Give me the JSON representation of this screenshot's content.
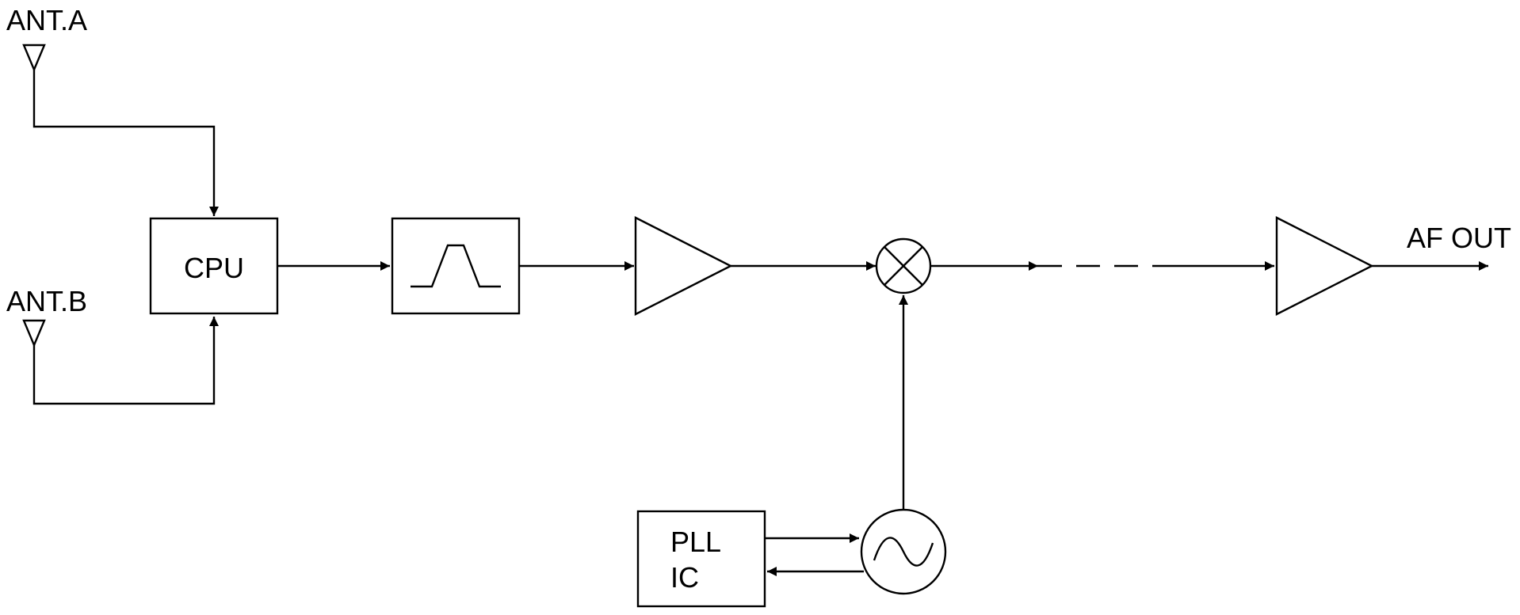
{
  "labels": {
    "ant_a": "ANT.A",
    "ant_b": "ANT.B",
    "cpu": "CPU",
    "af_out": "AF OUT",
    "pll_line1": "PLL",
    "pll_line2": "IC"
  },
  "icons": {
    "antenna": "antenna-icon",
    "bandpass_filter": "bandpass-filter-icon",
    "amplifier": "amplifier-triangle-icon",
    "mixer": "mixer-circle-x-icon",
    "oscillator": "oscillator-sine-icon"
  },
  "colors": {
    "line": "#000000",
    "background": "#ffffff"
  }
}
